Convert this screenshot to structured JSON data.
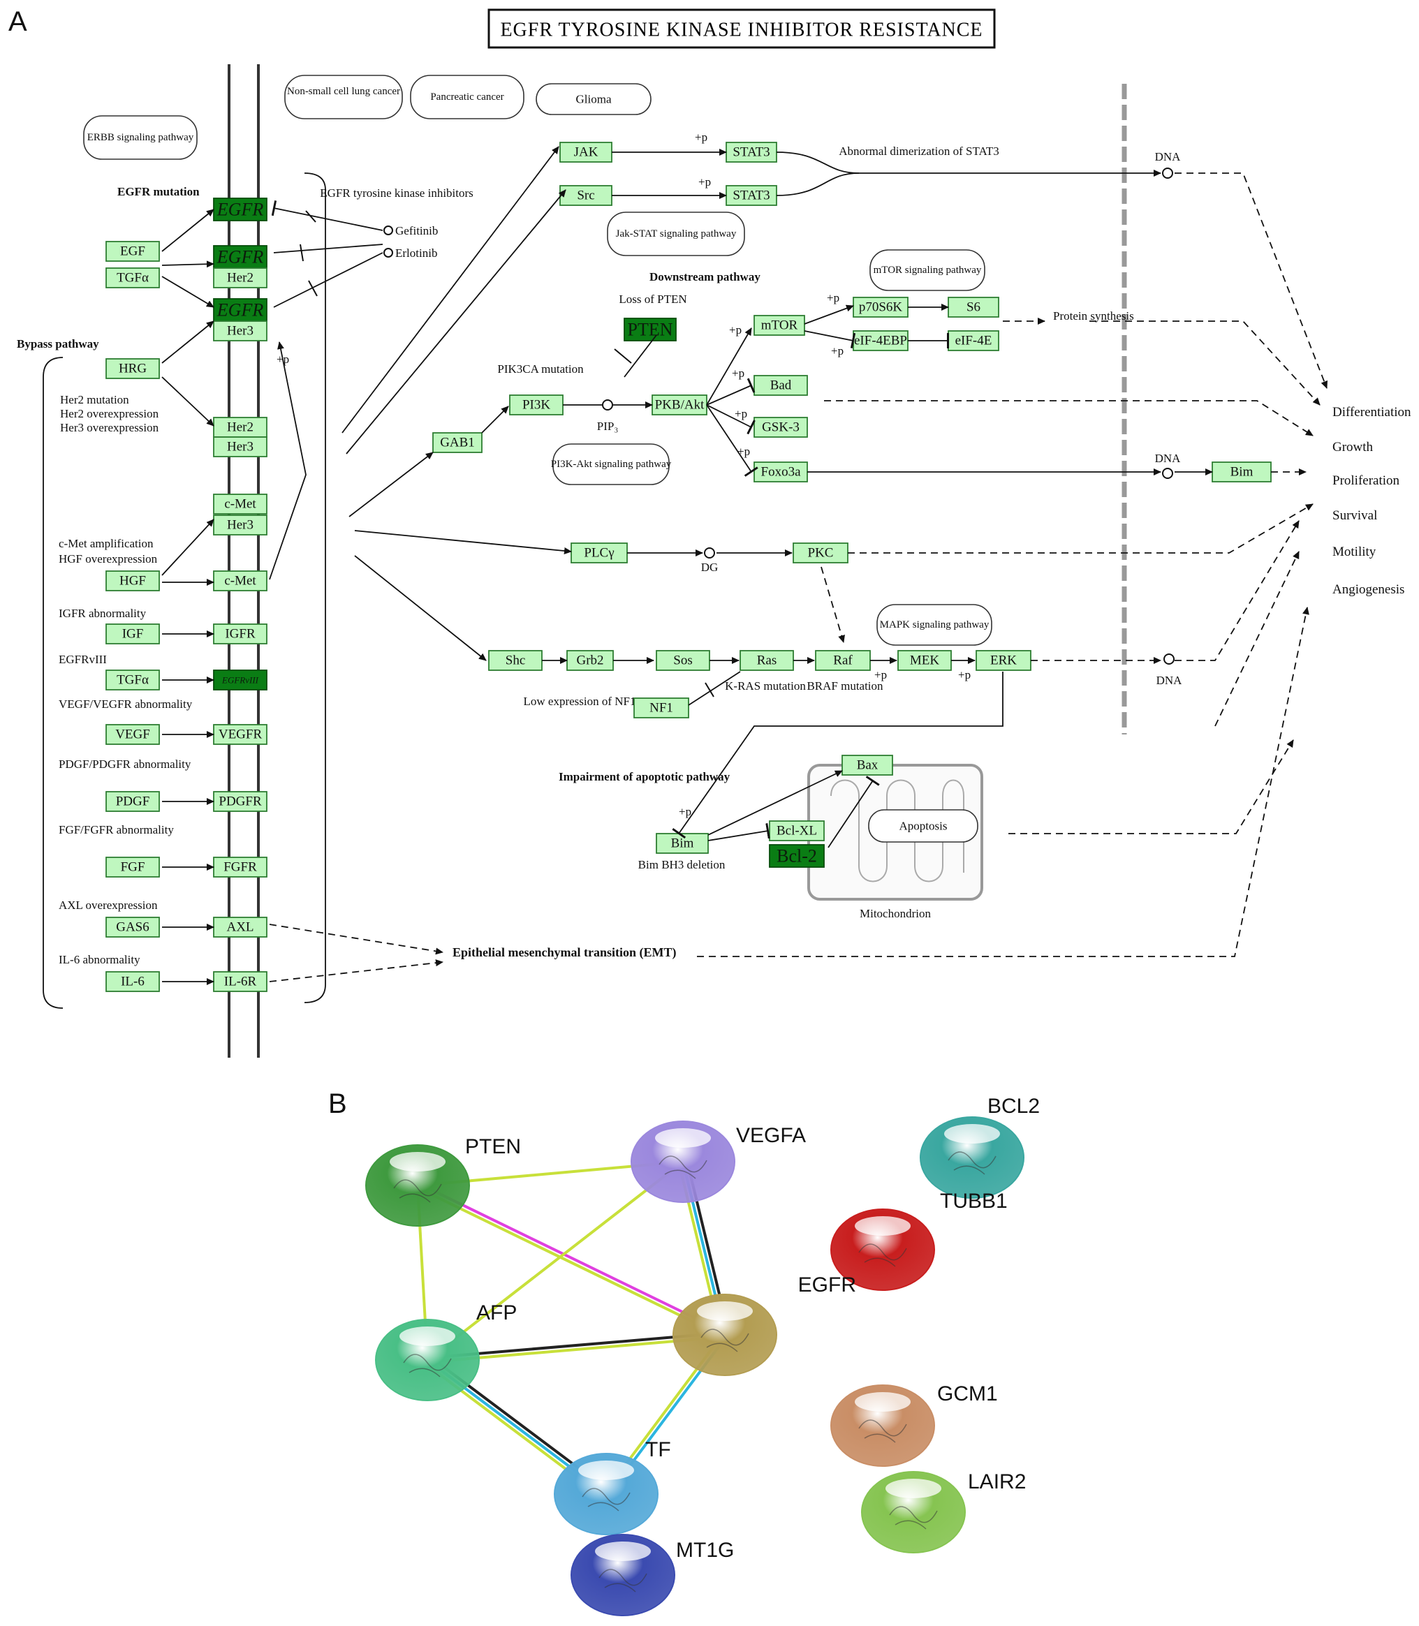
{
  "panel_a": {
    "label": "A",
    "title": "EGFR TYROSINE KINASE INHIBITOR RESISTANCE",
    "disease_ovals": [
      "Non-small cell lung cancer",
      "Pancreatic cancer",
      "Glioma"
    ],
    "pathway_ovals": {
      "erbb": "ERBB signaling pathway",
      "jakstat": "Jak-STAT signaling pathway",
      "mtor": "mTOR signaling pathway",
      "pi3k": "PI3K-Akt signaling pathway",
      "mapk": "MAPK signaling pathway",
      "apoptosis": "Apoptosis"
    },
    "headings": {
      "egfr_mutation": "EGFR mutation",
      "bypass": "Bypass pathway",
      "downstream": "Downstream pathway",
      "impairment": "Impairment of apoptotic pathway",
      "emt": "Epithelial mesenchymal transition (EMT)"
    },
    "inhibitors": {
      "title": "EGFR tyrosine kinase inhibitors",
      "drugs": [
        "Gefitinib",
        "Erlotinib"
      ]
    },
    "notes": {
      "her_mut": [
        "Her2 mutation",
        "Her2 overexpression",
        "Her3 overexpression"
      ],
      "cmet": [
        "c-Met amplification",
        "HGF overexpression"
      ],
      "igfr": "IGFR abnormality",
      "egfrviii": "EGFRvIII",
      "vegf": "VEGF/VEGFR abnormality",
      "pdgf": "PDGF/PDGFR abnormality",
      "fgf": "FGF/FGFR abnormality",
      "axl": "AXL overexpression",
      "il6": "IL-6 abnormality",
      "loss_pten": "Loss of PTEN",
      "pik3ca": "PIK3CA mutation",
      "pip3": "PIP₃",
      "dg": "DG",
      "dna": "DNA",
      "abnormal_stat3": "Abnormal dimerization of STAT3",
      "protein_synthesis": "Protein synthesis",
      "low_nf1": "Low expression of NF1",
      "kras_mut": "K-RAS mutation",
      "braf_mut": "BRAF mutation",
      "bim_del": "Bim BH3 deletion",
      "mitochondrion": "Mitochondrion",
      "plus_p": "+p"
    },
    "genes": {
      "egf": "EGF",
      "tgfa": "TGFα",
      "egfr": "EGFR",
      "her2": "Her2",
      "her3": "Her3",
      "hrg": "HRG",
      "cmet": "c-Met",
      "hgf": "HGF",
      "igf": "IGF",
      "igfr": "IGFR",
      "egfrviii": "EGFRvIII",
      "vegf": "VEGF",
      "vegfr": "VEGFR",
      "pdgf": "PDGF",
      "pdgfr": "PDGFR",
      "fgf": "FGF",
      "fgfr": "FGFR",
      "gas6": "GAS6",
      "axl": "AXL",
      "il6": "IL-6",
      "il6r": "IL-6R",
      "jak": "JAK",
      "src": "Src",
      "stat3": "STAT3",
      "gab1": "GAB1",
      "pi3k": "PI3K",
      "pten": "PTEN",
      "pkb": "PKB/Akt",
      "mtor": "mTOR",
      "p70s6k": "p70S6K",
      "s6": "S6",
      "eif4ebp": "eIF-4EBP",
      "eif4e": "eIF-4E",
      "bad": "Bad",
      "gsk3": "GSK-3",
      "foxo3a": "Foxo3a",
      "bim": "Bim",
      "plcg": "PLCγ",
      "pkc": "PKC",
      "shc": "Shc",
      "grb2": "Grb2",
      "sos": "Sos",
      "ras": "Ras",
      "raf": "Raf",
      "mek": "MEK",
      "erk": "ERK",
      "nf1": "NF1",
      "bax": "Bax",
      "bclxl": "Bcl-XL",
      "bcl2": "Bcl-2"
    },
    "outcomes": [
      "Differentiation",
      "Growth",
      "Proliferation",
      "Survival",
      "Motility",
      "Angiogenesis"
    ]
  },
  "panel_b": {
    "label": "B",
    "nodes": [
      {
        "name": "PTEN",
        "color": "#3f9a3f"
      },
      {
        "name": "VEGFA",
        "color": "#9b88dd"
      },
      {
        "name": "BCL2",
        "color": "#3aa7a0"
      },
      {
        "name": "TUBB1",
        "color": "#c81e1e"
      },
      {
        "name": "EGFR",
        "color": "#b39d52"
      },
      {
        "name": "AFP",
        "color": "#49bf86"
      },
      {
        "name": "TF",
        "color": "#55a9d8"
      },
      {
        "name": "MT1G",
        "color": "#3b4bb0"
      },
      {
        "name": "GCM1",
        "color": "#c98e66"
      },
      {
        "name": "LAIR2",
        "color": "#86c451"
      }
    ],
    "edge_colors": {
      "textmining": "#c8e03a",
      "coexpression": "#222222",
      "database": "#2bb5e0",
      "experiment": "#e040e0"
    }
  }
}
